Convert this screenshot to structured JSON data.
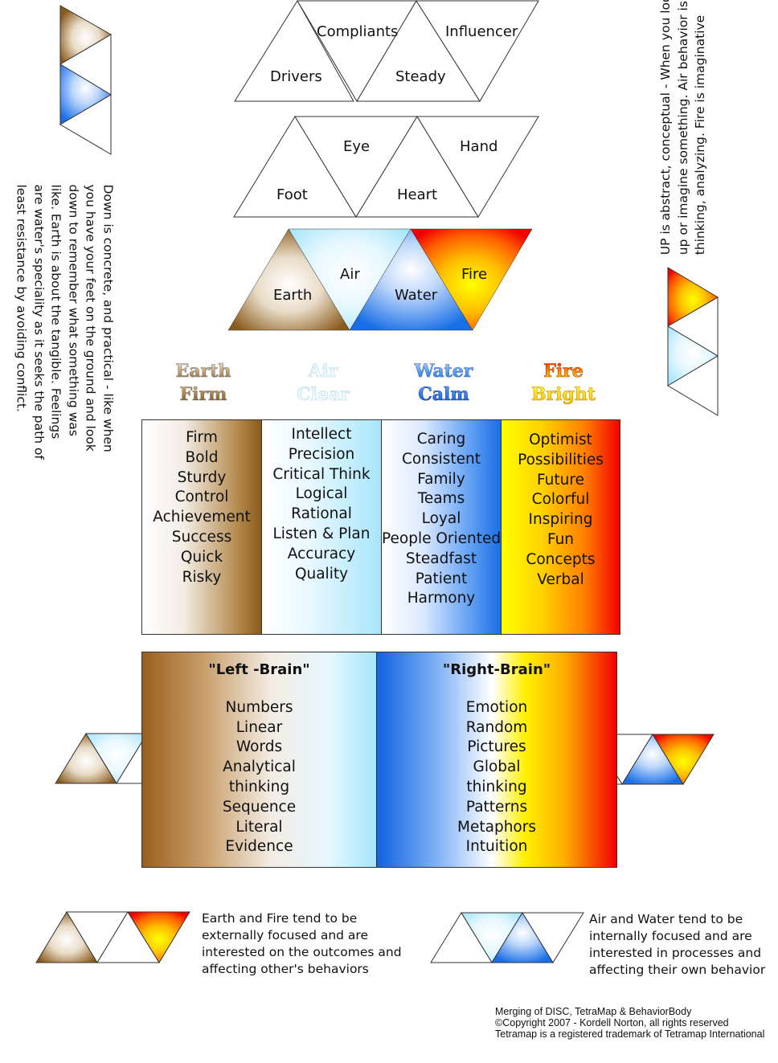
{
  "top_row": [
    "Compliants",
    "Influencer",
    "Drivers",
    "Steady"
  ],
  "body_row": [
    "Eye",
    "Hand",
    "Foot",
    "Heart"
  ],
  "elements_row": [
    "Earth",
    "Air",
    "Water",
    "Fire"
  ],
  "headers": [
    {
      "element": "Earth",
      "quality": "Firm"
    },
    {
      "element": "Air",
      "quality": "Clear"
    },
    {
      "element": "Water",
      "quality": "Calm"
    },
    {
      "element": "Fire",
      "quality": "Bright"
    }
  ],
  "columns": [
    {
      "items": [
        "Firm",
        "Bold",
        "Sturdy",
        "Control",
        "Achievement",
        "Success",
        "Quick",
        "Risky"
      ]
    },
    {
      "items": [
        "Intellect",
        "Precision",
        "Critical Think",
        "Logical",
        "Rational",
        "Listen & Plan",
        "Accuracy",
        "Quality"
      ]
    },
    {
      "items": [
        "Caring",
        "Consistent",
        "Family",
        "Teams",
        "Loyal",
        "People Oriented",
        "Steadfast",
        "Patient",
        "Harmony"
      ]
    },
    {
      "items": [
        "Optimist",
        "Possibilities",
        "Future",
        "Colorful",
        "Inspiring",
        "Fun",
        "Concepts",
        "Verbal"
      ]
    }
  ],
  "left_brain": {
    "title": "\"Left -Brain\"",
    "items": [
      "Numbers",
      "Linear",
      "Words",
      "Analytical",
      "thinking",
      "Sequence",
      "Literal",
      "Evidence"
    ]
  },
  "right_brain": {
    "title": "\"Right-Brain\"",
    "items": [
      "Emotion",
      "Random",
      "Pictures",
      "Global",
      "thinking",
      "Patterns",
      "Metaphors",
      "Intuition"
    ]
  },
  "down_note": [
    "Down is concrete, and practical - like when",
    "you have your feet on the ground and look",
    "down to remember what something was",
    "like. Earth is about the  tangible. Feelings",
    "are water's speciality as it seeks the path of",
    "least resistance by avoiding conflict."
  ],
  "up_note": [
    "UP is abstract, conceptual - When you look",
    "up or imagine something. Air behavior is",
    "thinking, analyzing.  Fire is imaginative"
  ],
  "earth_fire_note": [
    "Earth and Fire tend to be",
    "externally focused and are",
    "interested on the outcomes and",
    "affecting other's behaviors"
  ],
  "air_water_note": [
    "Air and Water tend to be",
    "internally focused and are",
    "interested in processes and",
    "affecting their own behavior"
  ],
  "copyright": [
    "Merging of DISC, TetraMap & BehaviorBody",
    "©Copyright 2007 - Kordell Norton, all rights reserved",
    "Tetramap is a registered trademark of Tetramap International"
  ],
  "colors": {
    "earth": "#8a5a1c",
    "air": "#a8e6fb",
    "water": "#1a6fe6",
    "fire": "#f20000",
    "fire_yellow": "#ffd000"
  }
}
